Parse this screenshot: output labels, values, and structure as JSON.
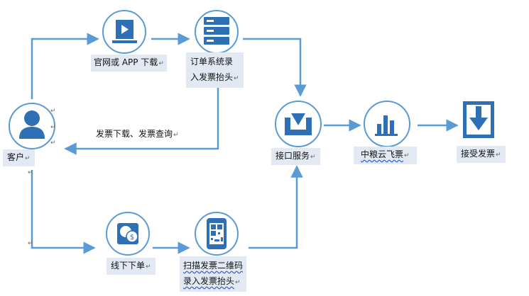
{
  "nodes": {
    "customer": {
      "label": "客户",
      "icon": "person-icon"
    },
    "website_app": {
      "label": "官网或 APP 下载",
      "icon": "video-player-icon"
    },
    "order_system": {
      "label_line1": "订单系统录",
      "label_line2": "入发票抬头",
      "icon": "server-rack-icon"
    },
    "interface_service": {
      "label": "接口服务",
      "icon": "download-inbox-icon"
    },
    "cofco_cloud": {
      "label": "中粮云飞票",
      "icon": "bar-chart-icon"
    },
    "receive_invoice": {
      "label": "接受发票",
      "icon": "download-arrow-icon"
    },
    "offline_order": {
      "label": "线下下单",
      "icon": "coins-dollar-icon"
    },
    "scan_qr": {
      "label_line1": "扫描发票二维码",
      "label_line2": "录入发票抬头",
      "icon": "qr-phone-icon"
    }
  },
  "edges": {
    "invoice_download_query": {
      "label": "发票下载、发票查询"
    }
  },
  "marks": {
    "return": "↵"
  },
  "colors": {
    "arrow": "#5b9bd5",
    "circle_stroke": "#5b9bd5",
    "icon": "#2e6fb5",
    "label_bg": "#e2e9f3"
  }
}
